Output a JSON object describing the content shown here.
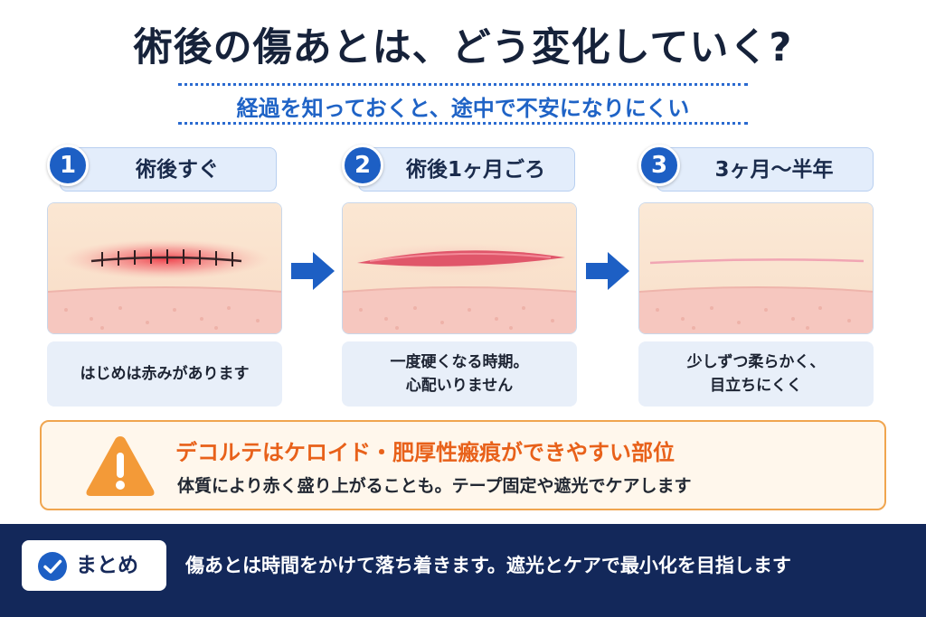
{
  "title": "術後の傷あとは、どう変化していく?",
  "subtitle": "経過を知っておくと、途中で不安になりにくい",
  "steps": [
    {
      "number": "1",
      "label": "術後すぐ",
      "desc_lines": [
        "はじめは赤みがあります"
      ]
    },
    {
      "number": "2",
      "label": "術後1ヶ月ごろ",
      "desc_lines": [
        "一度硬くなる時期。",
        "心配いりません"
      ]
    },
    {
      "number": "3",
      "label": "3ヶ月〜半年",
      "desc_lines": [
        "少しずつ柔らかく、",
        "目立ちにくく"
      ]
    }
  ],
  "warning": {
    "title": "デコルテはケロイド・肥厚性瘢痕ができやすい部位",
    "body": "体質により赤く盛り上がることも。テープ固定や遮光でケアします",
    "icon": "warning-triangle-icon"
  },
  "summary": {
    "label": "まとめ",
    "text": "傷あとは時間をかけて落ち着きます。遮光とケアで最小化を目指します",
    "icon": "check-circle-icon"
  },
  "colors": {
    "accent_blue": "#1d5fc4",
    "warning_orange": "#e8611a",
    "summary_navy": "#13285a"
  }
}
